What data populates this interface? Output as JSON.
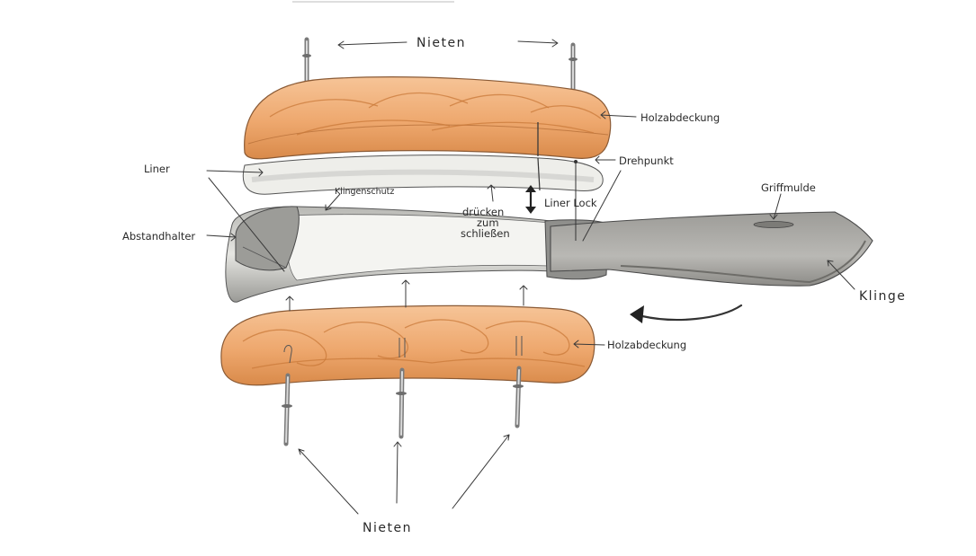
{
  "labels": {
    "nieten_top": "Nieten",
    "holzabdeckung_top": "Holzabdeckung",
    "drehpunkt": "Drehpunkt",
    "liner": "Liner",
    "klingenschutz": "Klingenschutz",
    "druecken_line1": "drücken",
    "druecken_line2": "zum",
    "druecken_line3": "schließen",
    "liner_lock": "Liner Lock",
    "griffmulde": "Griffmulde",
    "abstandhalter": "Abstandhalter",
    "klinge": "Klinge",
    "holzabdeckung_bottom": "Holzabdeckung",
    "nieten_bottom": "Nieten"
  },
  "colors": {
    "wood_light": "#f3b987",
    "wood_dark": "#d98a4a",
    "wood_outline": "#8a5a35",
    "liner_fill": "#eeeeea",
    "steel_light": "#d2d2cf",
    "steel_dark": "#8f8f8c",
    "blade_fill": "#a9a8a4",
    "ink": "#2a2a2a"
  }
}
